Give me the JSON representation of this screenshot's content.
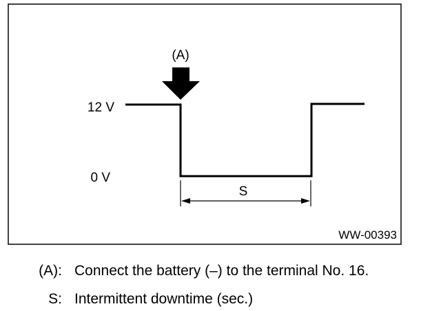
{
  "diagram": {
    "arrow_label": "(A)",
    "level_high": "12 V",
    "level_low": "0 V",
    "duration_label": "S",
    "figure_id": "WW-00393"
  },
  "legend": [
    {
      "key": "(A):",
      "text": "Connect the battery (–) to the terminal No. 16."
    },
    {
      "key": "S:",
      "text": "Intermittent downtime (sec.)"
    }
  ]
}
